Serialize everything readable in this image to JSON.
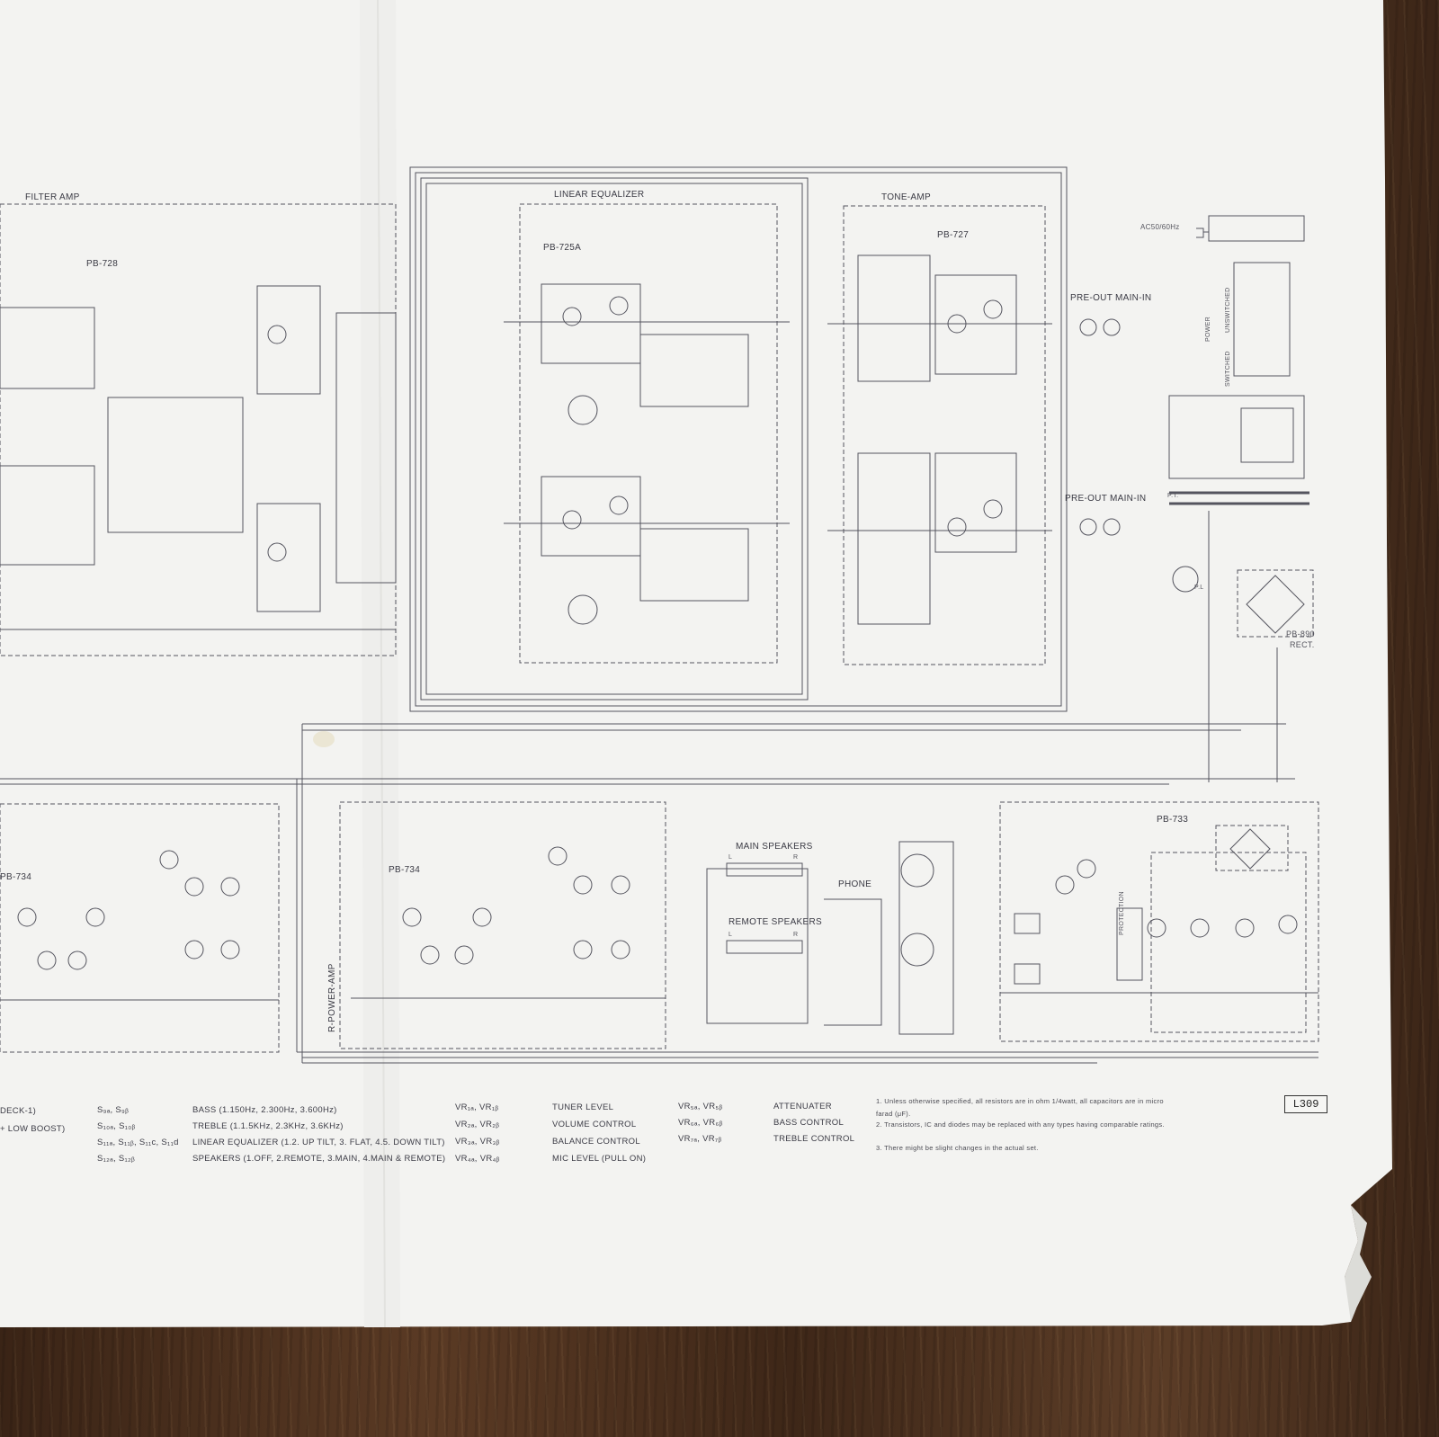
{
  "sections": {
    "filter_amp": "FILTER AMP",
    "pb728": "PB-728",
    "linear_equalizer": "LINEAR EQUALIZER",
    "pb725a": "PB-725A",
    "tone_amp": "TONE-AMP",
    "pb727": "PB-727",
    "pre_out_main_in_1": "PRE-OUT MAIN-IN",
    "pre_out_main_in_2": "PRE-OUT MAIN-IN",
    "ac": "AC50/60Hz",
    "power": "POWER",
    "switched": "SWITCHED",
    "unswitched": "UNSWITCHED",
    "pt": "P.T.",
    "pl": "P.L",
    "pb890": "PB-890",
    "rect": "RECT.",
    "main_speakers": "MAIN SPEAKERS",
    "remote_speakers": "REMOTE SPEAKERS",
    "phone": "PHONE",
    "pb734_left": "PB-734",
    "pb734": "PB-734",
    "r_power_amp": "R-POWER-AMP",
    "pb733": "PB-733",
    "protection": "PROTECTION",
    "lr_main": "L",
    "r_main": "R",
    "lr_remote": "L",
    "r_remote": "R"
  },
  "legend": [
    {
      "code": "S₉ₐ, S₉ᵦ",
      "desc": "BASS  (1.150Hz, 2.300Hz, 3.600Hz)"
    },
    {
      "code": "S₁₀ₐ, S₁₀ᵦ",
      "desc": "TREBLE  (1.1.5KHz, 2.3KHz, 3.6KHz)"
    },
    {
      "code": "S₁₁ₐ, S₁₁ᵦ, S₁₁c, S₁₁d",
      "desc": "LINEAR EQUALIZER  (1.2. UP TILT, 3. FLAT, 4.5. DOWN TILT)"
    },
    {
      "code": "S₁₂ₐ, S₁₂ᵦ",
      "desc": "SPEAKERS (1.OFF, 2.REMOTE, 3.MAIN, 4.MAIN & REMOTE)"
    },
    {
      "code": "VR₁ₐ, VR₁ᵦ",
      "desc": "TUNER LEVEL"
    },
    {
      "code": "VR₂ₐ, VR₂ᵦ",
      "desc": "VOLUME CONTROL"
    },
    {
      "code": "VR₃ₐ, VR₃ᵦ",
      "desc": "BALANCE CONTROL"
    },
    {
      "code": "VR₄ₐ, VR₄ᵦ",
      "desc": "MIC LEVEL (PULL ON)"
    },
    {
      "code": "VR₅ₐ, VR₅ᵦ",
      "desc": "ATTENUATER"
    },
    {
      "code": "VR₆ₐ, VR₆ᵦ",
      "desc": "BASS CONTROL"
    },
    {
      "code": "VR₇ₐ, VR₇ᵦ",
      "desc": "TREBLE CONTROL"
    }
  ],
  "partial_left": {
    "line1": "DECK-1)",
    "line2": "+ LOW BOOST)"
  },
  "notes": [
    "1.  Unless otherwise specified, all resistors are in ohm 1/4watt, all capacitors are in micro farad (μF).",
    "2.  Transistors, IC and diodes may be replaced with any types having comparable ratings.",
    "3.  There might be slight changes in the actual set."
  ],
  "page_id": "L309",
  "colors": {
    "paper": "#f3f3f1",
    "ink": "#3a3a44",
    "wood_dark": "#3a2416",
    "wood_light": "#5c3d27"
  }
}
